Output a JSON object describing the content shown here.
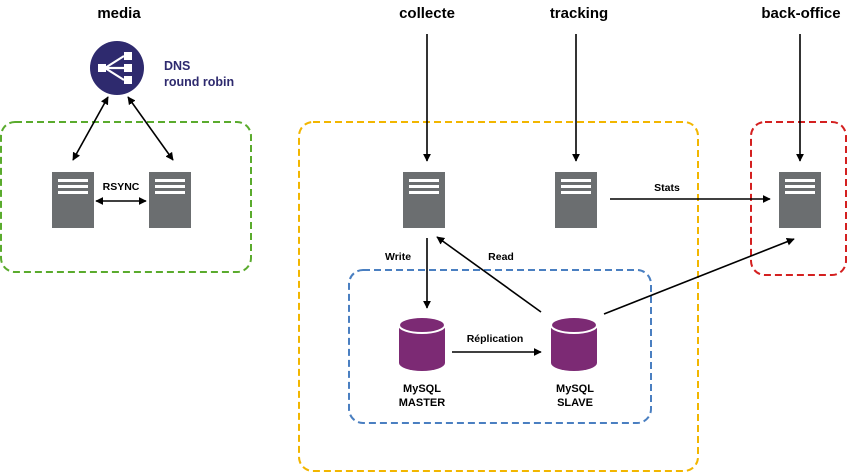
{
  "titles": {
    "media": "media",
    "collecte": "collecte",
    "tracking": "tracking",
    "back_office": "back-office"
  },
  "dns": {
    "line1": "DNS",
    "line2": "round robin"
  },
  "edges": {
    "rsync": "RSYNC",
    "stats": "Stats",
    "write": "Write",
    "read": "Read",
    "replication": "Réplication"
  },
  "databases": {
    "master": {
      "line1": "MySQL",
      "line2": "MASTER"
    },
    "slave": {
      "line1": "MySQL",
      "line2": "SLAVE"
    }
  },
  "colors": {
    "media_group": "#5aab2d",
    "app_group": "#f2b600",
    "backoffice_group": "#d42020",
    "db_group": "#4a7fc1",
    "server": "#6b6e70",
    "database": "#7c2a74",
    "dns_icon": "#2e2a6e"
  }
}
